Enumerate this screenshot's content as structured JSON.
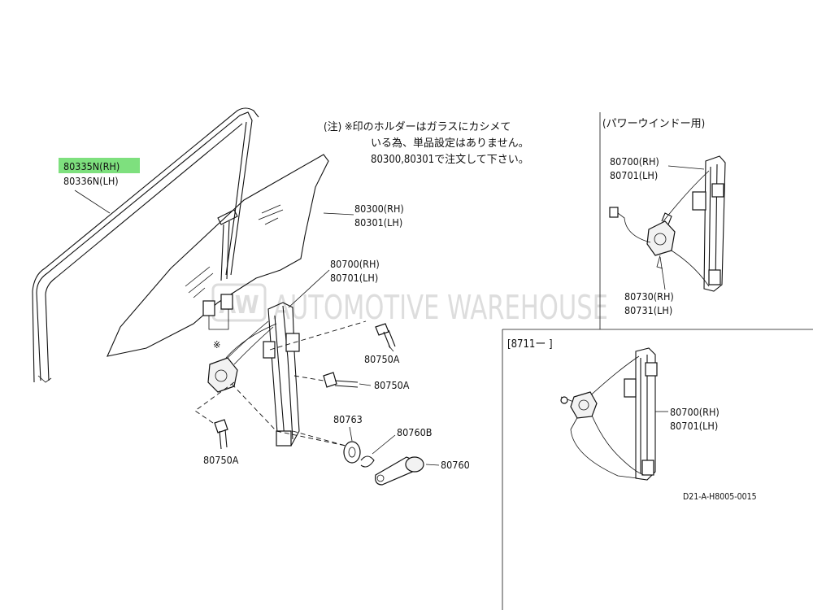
{
  "labels": {
    "glass_run_rh": "80335N(RH)",
    "glass_run_lh": "80336N(LH)",
    "glass_rh": "80300(RH)",
    "glass_lh": "80301(LH)",
    "regulator_rh": "80700(RH)",
    "regulator_lh": "80701(LH)",
    "bolt_1": "80750A",
    "bolt_2": "80750A",
    "bolt_3": "80750A",
    "washer": "80763",
    "clip": "80760B",
    "handle": "80760",
    "holder_mark": "※"
  },
  "note": {
    "line1": "(注) ※印のホルダーはガラスにカシメて",
    "line2": "いる為、単品設定はありません。",
    "line3": "80300,80301で注文して下さい。"
  },
  "power_window": {
    "title": "(パワーウインドー用)",
    "regulator_rh": "80700(RH)",
    "regulator_lh": "80701(LH)",
    "motor_rh": "80730(RH)",
    "motor_lh": "80731(LH)"
  },
  "variant": {
    "title": "[8711ー       ]",
    "regulator_rh": "80700(RH)",
    "regulator_lh": "80701(LH)"
  },
  "watermark": {
    "logo": "AW",
    "text": "AUTOMOTIVE WAREHOUSE"
  },
  "diagram_code": "D21-A-H8005-0015",
  "highlight_color": "#7ee07e"
}
